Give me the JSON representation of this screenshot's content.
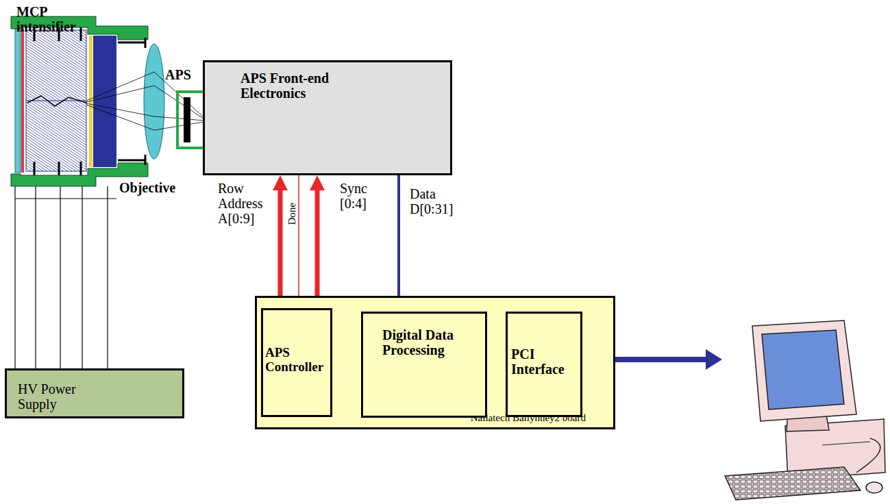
{
  "diagram": {
    "nodes": [
      {
        "text": [
          "APS Front-end Electronics"
        ]
      },
      {
        "text": [
          "HV Power Supply"
        ]
      },
      {
        "text": [
          "Nallatech Ballynuey2 board"
        ]
      },
      {
        "text": [
          "APS Controller"
        ],
        "in": 2
      },
      {
        "text": [
          "Digital Data Processing"
        ],
        "in": 2
      },
      {
        "text": [
          "PCI Interface"
        ],
        "in": 2
      }
    ],
    "edges": [
      {
        "from": 3,
        "to": 0,
        "arrow": "to",
        "label": "Row Address A[0:9]"
      },
      {
        "from": 0,
        "to": 3,
        "arrow": "to",
        "label": "Done"
      },
      {
        "from": 3,
        "to": 0,
        "arrow": "to",
        "label": "Sync [0:4]"
      },
      {
        "from": 0,
        "to": 4,
        "arrow": "to",
        "label": "Data D[0:31]"
      },
      {
        "from": 3,
        "to": 4,
        "arrow": "both"
      },
      {
        "from": 4,
        "to": 5,
        "arrow": "to"
      },
      {
        "from": 5,
        "to": 4,
        "arrow": "to"
      }
    ],
    "labels": [
      "MCP intensifier",
      "Objective",
      "APS"
    ]
  }
}
